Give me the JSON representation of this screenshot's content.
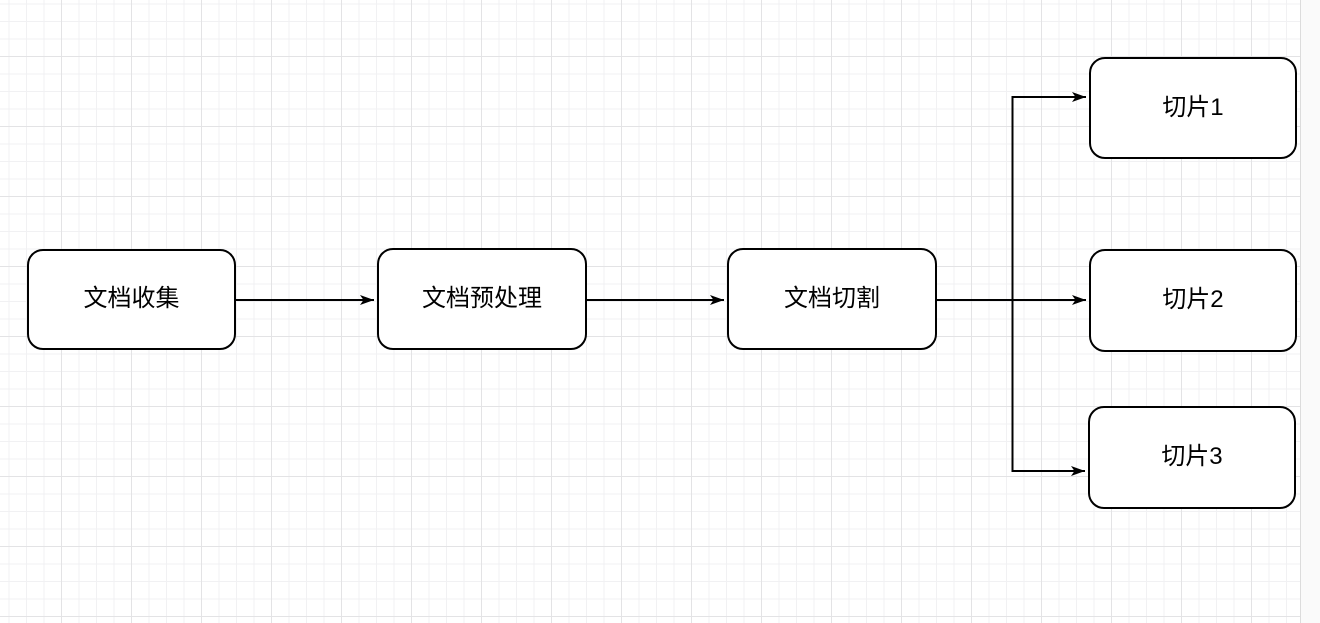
{
  "canvas": {
    "colors": {
      "canvas_bg": "#ffffff",
      "grid_minor": "#f1f1f3",
      "grid_major": "#e3e3e5",
      "margin_bg": "#fafafa",
      "margin_line": "#dcdcdc",
      "stroke": "#000000",
      "node_fill": "#ffffff",
      "text": "#000000"
    }
  },
  "diagram": {
    "type": "flowchart",
    "direction": "left-to-right",
    "nodes": [
      {
        "id": "doc-collect",
        "label": "文档收集"
      },
      {
        "id": "doc-preprocess",
        "label": "文档预处理"
      },
      {
        "id": "doc-split",
        "label": "文档切割"
      },
      {
        "id": "slice-1",
        "label": "切片1"
      },
      {
        "id": "slice-2",
        "label": "切片2"
      },
      {
        "id": "slice-3",
        "label": "切片3"
      }
    ],
    "edges": [
      {
        "from": "doc-collect",
        "to": "doc-preprocess",
        "arrow": "end"
      },
      {
        "from": "doc-preprocess",
        "to": "doc-split",
        "arrow": "end"
      },
      {
        "from": "doc-split",
        "to": "slice-1",
        "arrow": "end"
      },
      {
        "from": "doc-split",
        "to": "slice-2",
        "arrow": "end"
      },
      {
        "from": "doc-split",
        "to": "slice-3",
        "arrow": "end"
      }
    ]
  }
}
